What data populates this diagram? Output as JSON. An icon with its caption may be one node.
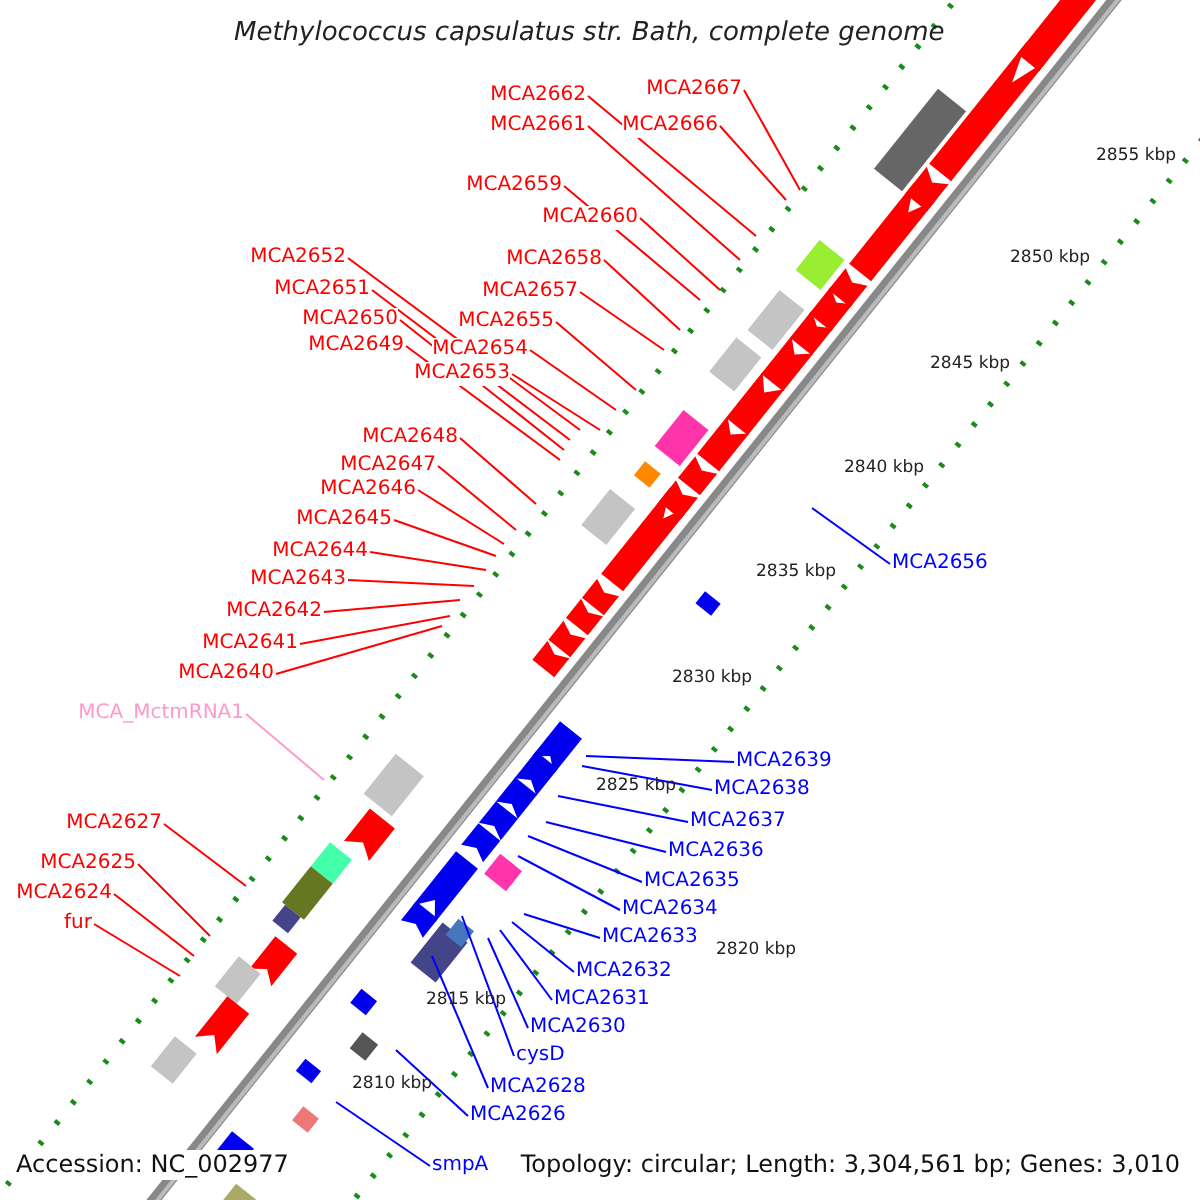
{
  "diagram": {
    "title": "Methylococcus capsulatus str. Bath, complete genome",
    "nodes": [
      {
        "text": [
          "MCA2667"
        ]
      },
      {
        "text": [
          "MCA2662"
        ]
      },
      {
        "text": [
          "MCA2666"
        ]
      },
      {
        "text": [
          "MCA2661"
        ]
      },
      {
        "text": [
          "MCA2659"
        ]
      },
      {
        "text": [
          "MCA2660"
        ]
      },
      {
        "text": [
          "MCA2652"
        ]
      },
      {
        "text": [
          "MCA2658"
        ]
      },
      {
        "text": [
          "MCA2651"
        ]
      },
      {
        "text": [
          "MCA2657"
        ]
      },
      {
        "text": [
          "MCA2650"
        ]
      },
      {
        "text": [
          "MCA2655"
        ]
      },
      {
        "text": [
          "MCA2649"
        ]
      },
      {
        "text": [
          "MCA2654"
        ]
      },
      {
        "text": [
          "MCA2653"
        ]
      },
      {
        "text": [
          "MCA2648"
        ]
      },
      {
        "text": [
          "MCA2647"
        ]
      },
      {
        "text": [
          "MCA2646"
        ]
      },
      {
        "text": [
          "MCA2645"
        ]
      },
      {
        "text": [
          "MCA2644"
        ]
      },
      {
        "text": [
          "MCA2656"
        ]
      },
      {
        "text": [
          "MCA2643"
        ]
      },
      {
        "text": [
          "MCA2642"
        ]
      },
      {
        "text": [
          "MCA2641"
        ]
      },
      {
        "text": [
          "MCA2640"
        ]
      },
      {
        "text": [
          "MCA_MctmRNA1"
        ]
      },
      {
        "text": [
          "MCA2639"
        ]
      },
      {
        "text": [
          "MCA2638"
        ]
      },
      {
        "text": [
          "MCA2627"
        ]
      },
      {
        "text": [
          "MCA2637"
        ]
      },
      {
        "text": [
          "MCA2636"
        ]
      },
      {
        "text": [
          "MCA2625"
        ]
      },
      {
        "text": [
          "MCA2635"
        ]
      },
      {
        "text": [
          "MCA2624"
        ]
      },
      {
        "text": [
          "MCA2634"
        ]
      },
      {
        "text": [
          "fur"
        ]
      },
      {
        "text": [
          "MCA2633"
        ]
      },
      {
        "text": [
          "MCA2632"
        ]
      },
      {
        "text": [
          "MCA2631"
        ]
      },
      {
        "text": [
          "MCA2630"
        ]
      },
      {
        "text": [
          "cysD"
        ]
      },
      {
        "text": [
          "MCA2628"
        ]
      },
      {
        "text": [
          "MCA2626"
        ]
      },
      {
        "text": [
          "smpA"
        ]
      }
    ],
    "edges": [
      {
        "from": 0,
        "to": null,
        "arrow": "none"
      },
      {
        "from": 1,
        "to": null,
        "arrow": "none"
      },
      {
        "from": 2,
        "to": null,
        "arrow": "none"
      },
      {
        "from": 3,
        "to": null,
        "arrow": "none"
      },
      {
        "from": 4,
        "to": null,
        "arrow": "none"
      },
      {
        "from": 5,
        "to": null,
        "arrow": "none"
      },
      {
        "from": 6,
        "to": null,
        "arrow": "none"
      },
      {
        "from": 7,
        "to": null,
        "arrow": "none"
      },
      {
        "from": 8,
        "to": null,
        "arrow": "none"
      },
      {
        "from": 9,
        "to": null,
        "arrow": "none"
      },
      {
        "from": 10,
        "to": null,
        "arrow": "none"
      },
      {
        "from": 11,
        "to": null,
        "arrow": "none"
      },
      {
        "from": 12,
        "to": null,
        "arrow": "none"
      },
      {
        "from": 13,
        "to": null,
        "arrow": "none"
      },
      {
        "from": 14,
        "to": null,
        "arrow": "none"
      },
      {
        "from": 15,
        "to": null,
        "arrow": "none"
      },
      {
        "from": 16,
        "to": null,
        "arrow": "none"
      },
      {
        "from": 17,
        "to": null,
        "arrow": "none"
      },
      {
        "from": 18,
        "to": null,
        "arrow": "none"
      },
      {
        "from": 19,
        "to": null,
        "arrow": "none"
      },
      {
        "from": 20,
        "to": null,
        "arrow": "none",
        "color": "#0000ff"
      },
      {
        "from": 21,
        "to": null,
        "arrow": "none"
      },
      {
        "from": 22,
        "to": null,
        "arrow": "none"
      },
      {
        "from": 23,
        "to": null,
        "arrow": "none"
      },
      {
        "from": 24,
        "to": null,
        "arrow": "none"
      },
      {
        "from": 25,
        "to": null,
        "arrow": "none",
        "color": "#ff99cc"
      },
      {
        "from": 26,
        "to": null,
        "arrow": "none",
        "color": "#0000ff"
      },
      {
        "from": 27,
        "to": null,
        "arrow": "none",
        "color": "#0000ff"
      },
      {
        "from": 28,
        "to": null,
        "arrow": "none"
      },
      {
        "from": 29,
        "to": null,
        "arrow": "none",
        "color": "#0000ff"
      },
      {
        "from": 30,
        "to": null,
        "arrow": "none",
        "color": "#0000ff"
      },
      {
        "from": 31,
        "to": null,
        "arrow": "none"
      },
      {
        "from": 32,
        "to": null,
        "arrow": "none",
        "color": "#0000ff"
      },
      {
        "from": 33,
        "to": null,
        "arrow": "none"
      },
      {
        "from": 34,
        "to": null,
        "arrow": "none",
        "color": "#0000ff"
      },
      {
        "from": 35,
        "to": null,
        "arrow": "none"
      },
      {
        "from": 36,
        "to": null,
        "arrow": "none",
        "color": "#0000ff"
      },
      {
        "from": 37,
        "to": null,
        "arrow": "none",
        "color": "#0000ff"
      },
      {
        "from": 38,
        "to": null,
        "arrow": "none",
        "color": "#0000ff"
      },
      {
        "from": 39,
        "to": null,
        "arrow": "none",
        "color": "#0000ff"
      },
      {
        "from": 40,
        "to": null,
        "arrow": "none",
        "color": "#0000ff"
      },
      {
        "from": 41,
        "to": null,
        "arrow": "none",
        "color": "#0000ff"
      },
      {
        "from": 42,
        "to": null,
        "arrow": "none",
        "color": "#0000ff"
      },
      {
        "from": 43,
        "to": null,
        "arrow": "none",
        "color": "#0000ff"
      }
    ],
    "labels": [
      "2855 kbp",
      "2850 kbp",
      "2845 kbp",
      "2840 kbp",
      "2835 kbp",
      "2830 kbp",
      "2825 kbp",
      "2820 kbp",
      "2815 kbp",
      "2810 kbp",
      "Accession: NC_002977",
      "Topology: circular; Length: 3,304,561 bp; Genes: 3,010"
    ]
  }
}
